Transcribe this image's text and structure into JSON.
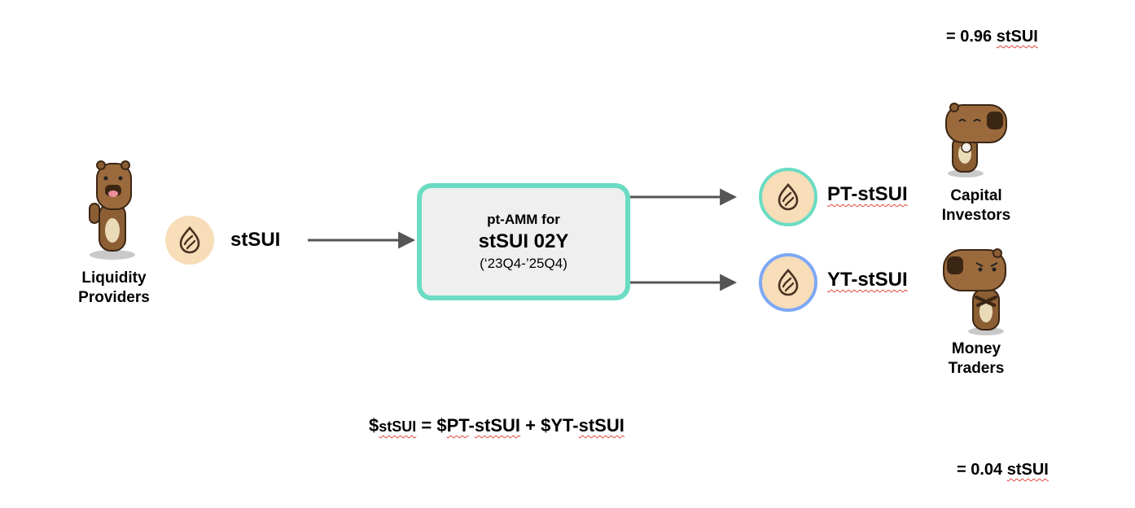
{
  "top_value": {
    "prefix": "= 0.96 ",
    "unit": "stSUI"
  },
  "bottom_value": {
    "prefix": "= 0.04 ",
    "unit": "stSUI"
  },
  "providers": {
    "line1": "Liquidity",
    "line2": "Providers"
  },
  "input_token": "stSUI",
  "amm": {
    "line1": "pt-AMM for",
    "line2": "stSUI 02Y",
    "line3": "(‘23Q4-’25Q4)"
  },
  "pt_token": "PT-stSUI",
  "yt_token": "YT-stSUI",
  "investors": {
    "line1": "Capital",
    "line2": "Investors"
  },
  "traders": {
    "line1": "Money",
    "line2": "Traders"
  },
  "equation": {
    "p1": "$",
    "p2": "stSUI",
    "p3": " = $",
    "p4": "PT",
    "p5": "-",
    "p6": "stSUI",
    "p7": " + $YT-",
    "p8": "stSUI"
  },
  "colors": {
    "amm_border": "#6adcc3",
    "amm_fill": "#efefef",
    "coin_fill": "#f7ddb8",
    "pt_ring": "#6adcc3",
    "yt_ring": "#7ea8f5",
    "arrow": "#555555",
    "capybara": "#8b5e34",
    "spellcheck": "#e0453a"
  },
  "icons": [
    "capybara-mascot",
    "stsui-drop-icon",
    "arrow-right"
  ]
}
